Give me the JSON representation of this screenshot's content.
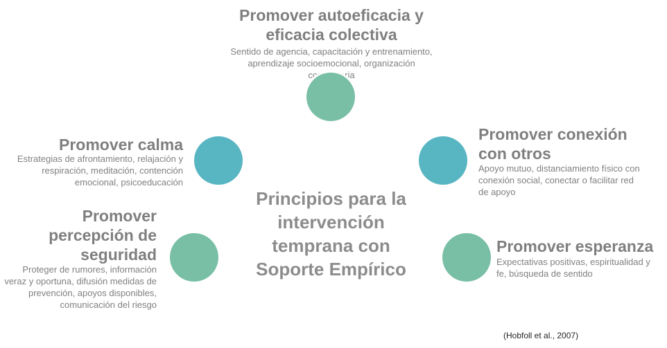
{
  "center": {
    "title": "Principios para la intervención temprana con Soporte Empírico"
  },
  "principles": {
    "autoeficacia": {
      "title": "Promover autoeficacia y eficacia colectiva",
      "description": "Sentido de agencia, capacitación y entrenamiento, aprendizaje socioemocional, organización comunitaria"
    },
    "calma": {
      "title": "Promover calma",
      "description": "Estrategias de afrontamiento, relajación y respiración, meditación, contención emocional, psicoeducación"
    },
    "conexion": {
      "title": "Promover conexión con otros",
      "description": "Apoyo mutuo, distanciamiento físico con conexión social, conectar o facilitar red de apoyo"
    },
    "seguridad": {
      "title": "Promover percepción de seguridad",
      "description": "Proteger de rumores, información veraz y oportuna, difusión medidas de prevención, apoyos disponibles, comunicación del riesgo"
    },
    "esperanza": {
      "title": "Promover esperanza",
      "description": "Expectativas positivas, espiritualidad y fe, búsqueda de sentido"
    }
  },
  "citation": "(Hobfoll et al., 2007)",
  "colors": {
    "green_circle": "#79bfa5",
    "teal_circle": "#58b5c2",
    "text_gray": "#7f7f7f"
  }
}
